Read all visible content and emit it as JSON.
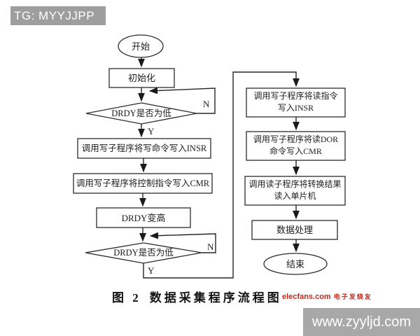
{
  "banner": {
    "text": "TG: MYYJJPP"
  },
  "caption": {
    "figure_label": "图 2",
    "title": "数据采集程序流程图"
  },
  "brand": {
    "site": "elecfans.com",
    "name_cn": "电子发烧友"
  },
  "watermark": {
    "text": "www.zyyljd.com"
  },
  "colors": {
    "banner_bg": "#9e9e9e",
    "watermark_bg": "#a8a8a8",
    "brand_red": "#c5281c",
    "ink": "#2b2b2b",
    "page_bg": "#ffffff"
  },
  "flowchart": {
    "branch_labels": {
      "yes": "Y",
      "no": "N"
    },
    "nodes": {
      "start": {
        "type": "terminator",
        "label": "开始"
      },
      "init": {
        "type": "process",
        "label": "初始化"
      },
      "check_drdy_low_1": {
        "type": "decision",
        "label": "DRDY是否为低"
      },
      "write_cmd_insr": {
        "type": "process",
        "label": "调用写子程序将写命令写入INSR"
      },
      "write_ctrl_cmr": {
        "type": "process",
        "label": "调用写子程序将控制指令写入CMR"
      },
      "drdy_goes_high": {
        "type": "process",
        "label": "DRDY变高"
      },
      "check_drdy_low_2": {
        "type": "decision",
        "label": "DRDY是否为低"
      },
      "write_read_insr": {
        "type": "process",
        "line1": "调用写子程序将读指令",
        "line2": "写入INSR"
      },
      "write_dor_cmr": {
        "type": "process",
        "line1": "调用写子程序将读DOR",
        "line2": "命令写入CMR"
      },
      "read_result": {
        "type": "process",
        "line1": "调用读子程序将转换结果",
        "line2": "读入单片机"
      },
      "data_processing": {
        "type": "process",
        "label": "数据处理"
      },
      "end": {
        "type": "terminator",
        "label": "结束"
      }
    }
  }
}
